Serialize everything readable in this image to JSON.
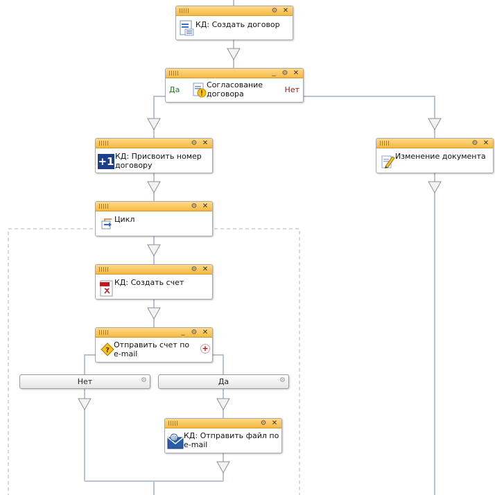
{
  "colors": {
    "connector": "#b7c3d9",
    "header": "#f5b942",
    "loop_border": "#cccccc"
  },
  "nodes": {
    "create_contract": {
      "title": "КД: Создать договор",
      "icon": "document-icon"
    },
    "approval": {
      "title": "Согласование\nдоговора",
      "icon": "approval-icon",
      "yes_label": "Да",
      "no_label": "Нет"
    },
    "assign_number": {
      "title": "КД: Присвоить номер\nдоговору",
      "icon": "plus-one-icon",
      "icon_text": "+1"
    },
    "edit_document": {
      "title": "Изменение документа",
      "icon": "pencil-icon"
    },
    "loop": {
      "title": "Цикл",
      "icon": "loop-icon"
    },
    "create_invoice": {
      "title": "КД: Создать счет",
      "icon": "pdf-icon"
    },
    "send_invoice": {
      "title": "Отправить счет по\ne-mail",
      "icon": "question-icon"
    },
    "send_file": {
      "title": "КД: Отправить файл по\ne-mail",
      "icon": "email-icon"
    }
  },
  "branches": {
    "no": "Нет",
    "yes": "Да"
  },
  "header_buttons": {
    "settings": "⚙",
    "close": "✕",
    "minimize": "_",
    "add": "+"
  }
}
